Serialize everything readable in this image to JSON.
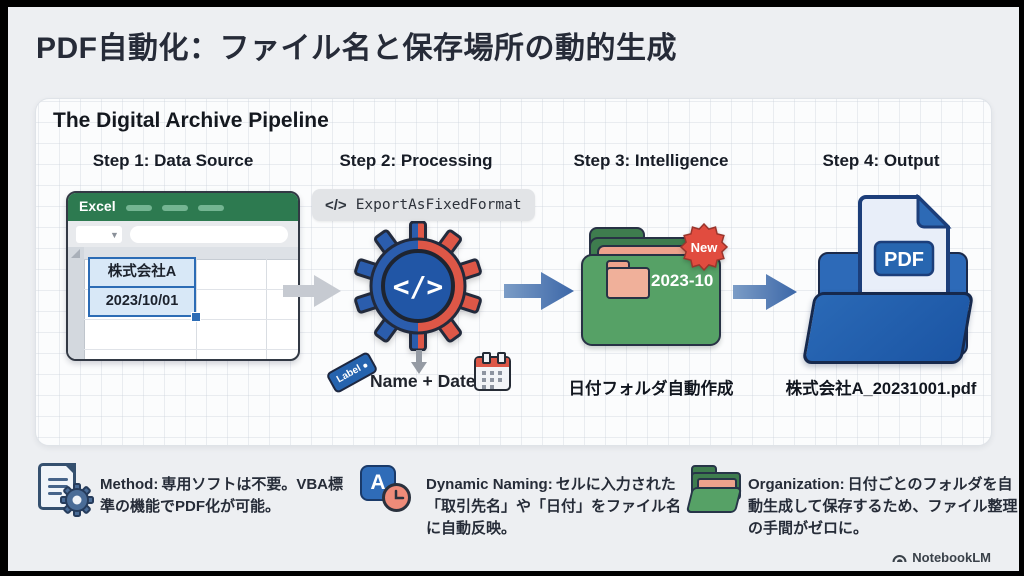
{
  "title": "PDF自動化：ファイル名と保存場所の動的生成",
  "pipeline": {
    "title": "The Digital Archive Pipeline",
    "step1": {
      "label": "Step 1: Data Source",
      "app_name": "Excel",
      "cell_company": "株式会社A",
      "cell_date": "2023/10/01"
    },
    "step2": {
      "label": "Step 2: Processing",
      "code_icon": "</>",
      "code_chip": "ExportAsFixedFormat",
      "gear_code": "</>",
      "tag_label": "Label",
      "caption": "Name + Date"
    },
    "step3": {
      "label": "Step 3: Intelligence",
      "badge": "New",
      "folder_name": "2023-10",
      "caption": "日付フォルダ自動作成"
    },
    "step4": {
      "label": "Step 4: Output",
      "doc_type": "PDF",
      "caption": "株式会社A_20231001.pdf"
    }
  },
  "notes": {
    "method": {
      "lead": "Method:",
      "body": "専用ソフトは不要。VBA標準の機能でPDF化が可能。"
    },
    "naming": {
      "lead": "Dynamic Naming:",
      "body": "セルに入力された「取引先名」や「日付」をファイル名に自動反映。",
      "icon_letter": "A"
    },
    "organization": {
      "lead": "Organization:",
      "body": "日付ごとのフォルダを自動生成して保存するため、ファイル整理の手間がゼロに。"
    }
  },
  "watermark": "NotebookLM",
  "colors": {
    "excel_green": "#2d7a50",
    "gear_blue": "#2b5dad",
    "gear_red": "#dd5747",
    "folder_green": "#56a166",
    "folder_green_dark": "#3e7c4e",
    "salmon": "#eda28c",
    "badge_red": "#e14c3f",
    "pdf_blue": "#1f5cab",
    "selection_blue": "#2c6cb5"
  }
}
